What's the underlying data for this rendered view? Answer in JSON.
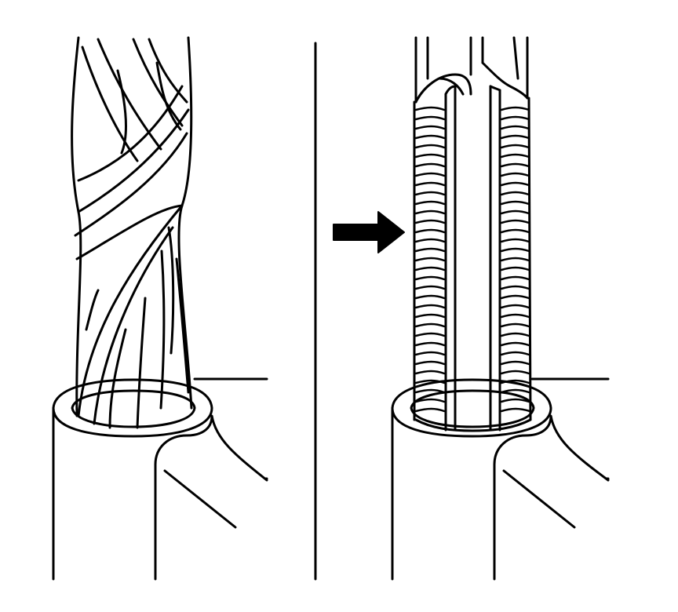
{
  "figure": {
    "panels": [
      {
        "id": "before",
        "state": "twisted strands"
      },
      {
        "id": "after",
        "state": "strands soldered"
      }
    ],
    "arrow": {
      "direction": "right"
    },
    "colors": {
      "stroke": "#000000",
      "fill": "#ffffff"
    }
  }
}
